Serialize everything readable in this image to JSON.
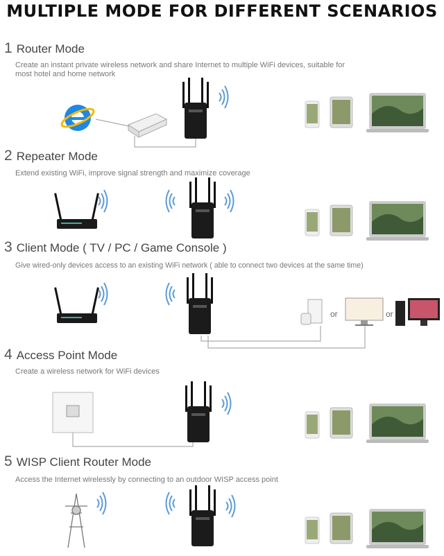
{
  "title": "MULTIPLE MODE FOR DIFFERENT SCENARIOS",
  "modes": [
    {
      "num": "1",
      "name": "Router Mode",
      "desc": "Create an instant private wireless network and share Internet to multiple WiFi devices, suitable for most hotel and home network"
    },
    {
      "num": "2",
      "name": "Repeater Mode",
      "desc": "Extend existing WiFi, improve signal strength and maximize coverage"
    },
    {
      "num": "3",
      "name": "Client Mode ( TV / PC / Game Console )",
      "desc": "Give wired-only devices access to an existing WiFi network ( able to connect two devices at the same time)"
    },
    {
      "num": "4",
      "name": "Access Point Mode",
      "desc": "Create a wireless network for WiFi devices"
    },
    {
      "num": "5",
      "name": "WISP Client Router Mode",
      "desc": "Access the Internet wirelessly by connecting to an outdoor WISP access point"
    }
  ],
  "or_label": "or",
  "icons": [
    "internet-explorer-icon",
    "modem-icon",
    "extender-icon",
    "wifi-waves-icon",
    "router-icon",
    "phone-icon",
    "tablet-icon",
    "laptop-icon",
    "game-console-icon",
    "tv-icon",
    "pc-icon",
    "wall-socket-icon",
    "tower-icon"
  ]
}
